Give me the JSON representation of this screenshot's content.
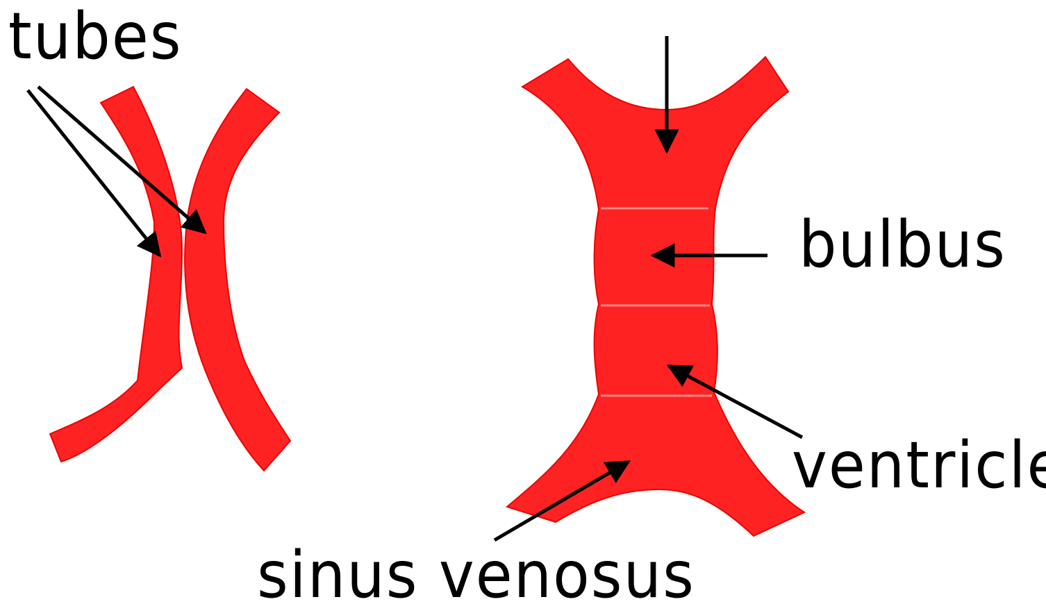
{
  "colors": {
    "tissue": "#ff2222",
    "tissue_edge": "#ee0000",
    "seam": "#ff8a8a",
    "ink": "#000000",
    "background": "#ffffff"
  },
  "labels": {
    "tubes": "tubes",
    "bulbus": "bulbus",
    "ventricle": "ventricle",
    "sinus_venosus": "sinus venosus"
  }
}
